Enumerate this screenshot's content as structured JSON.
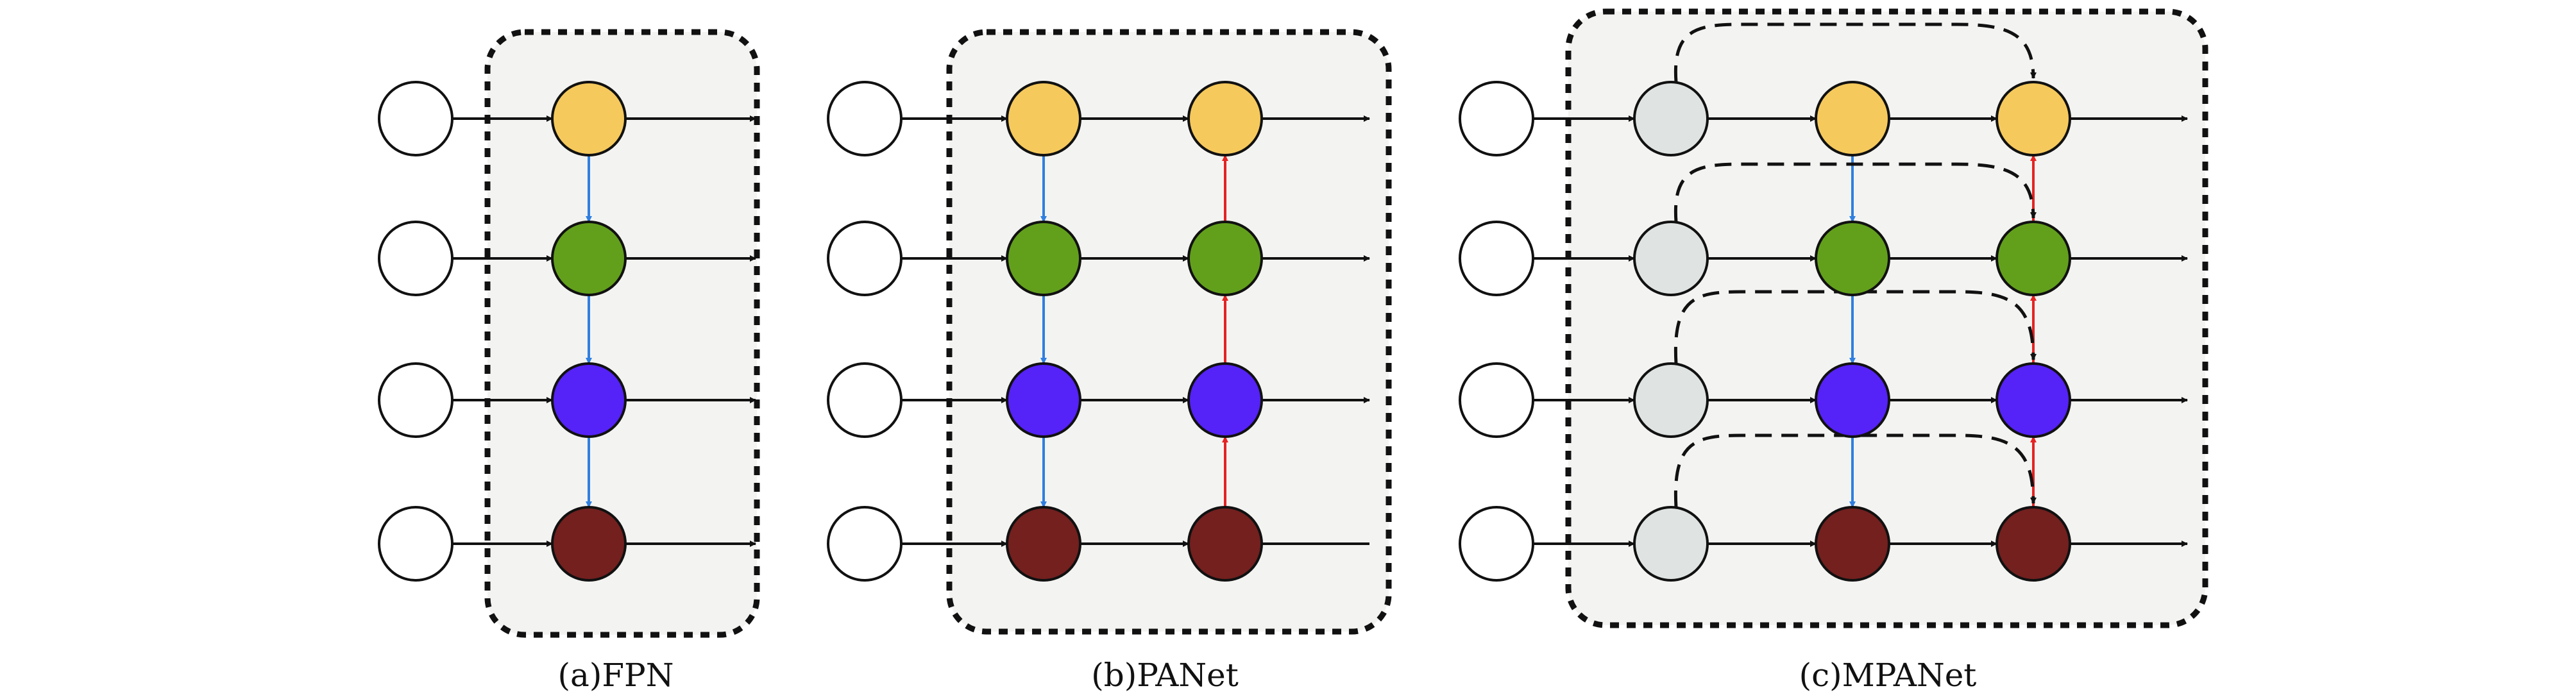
{
  "colors": {
    "background": "#ffffff",
    "panel_fill": "#f3f4f2",
    "input_node": "#ffffff",
    "fused_node": "#dfe4e3",
    "level_1": "#f5c95c",
    "level_2": "#62a01c",
    "level_3": "#5522f7",
    "level_4": "#73201f",
    "top_down_arrow": "#2f7fe0",
    "bottom_up_arrow": "#e52222",
    "lateral_arrow": "#111111"
  },
  "panels": [
    {
      "id": "fpn",
      "caption": "(a)FPN"
    },
    {
      "id": "panet",
      "caption": "(b)PANet"
    },
    {
      "id": "mpanet",
      "caption": "(c)MPANet"
    }
  ]
}
